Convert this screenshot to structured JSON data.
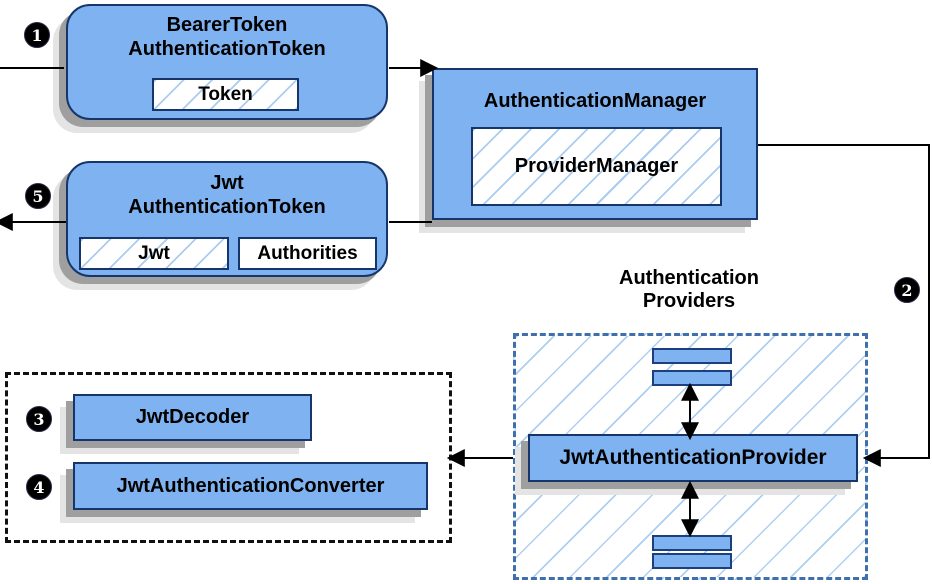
{
  "colors": {
    "node_fill": "#7FB2F0",
    "node_border": "#16366B",
    "hatch_line": "#A9CCF0",
    "providers_dash_border": "#3F6FAD",
    "decoder_dash_border": "#111111",
    "arrow": "#000000",
    "shadow_dark": "#9F9F9F",
    "shadow_light": "#E4E4E4",
    "badge_bg": "#000000",
    "badge_text": "#FFFFFF"
  },
  "nodes": {
    "bearer_token": {
      "title_line1": "BearerToken",
      "title_line2": "AuthenticationToken",
      "field": "Token"
    },
    "authentication_manager": {
      "title": "AuthenticationManager",
      "impl": "ProviderManager"
    },
    "jwt_authentication_token": {
      "title_line1": "Jwt",
      "title_line2": "AuthenticationToken",
      "field_jwt": "Jwt",
      "field_authorities": "Authorities"
    },
    "providers_group": {
      "label_line1": "Authentication",
      "label_line2": "Providers"
    },
    "jwt_authentication_provider": {
      "title": "JwtAuthenticationProvider"
    },
    "jwt_decoder": {
      "title": "JwtDecoder"
    },
    "jwt_authentication_converter": {
      "title": "JwtAuthenticationConverter"
    }
  },
  "steps": {
    "step1": "1",
    "step2": "2",
    "step3": "3",
    "step4": "4",
    "step5": "5"
  }
}
